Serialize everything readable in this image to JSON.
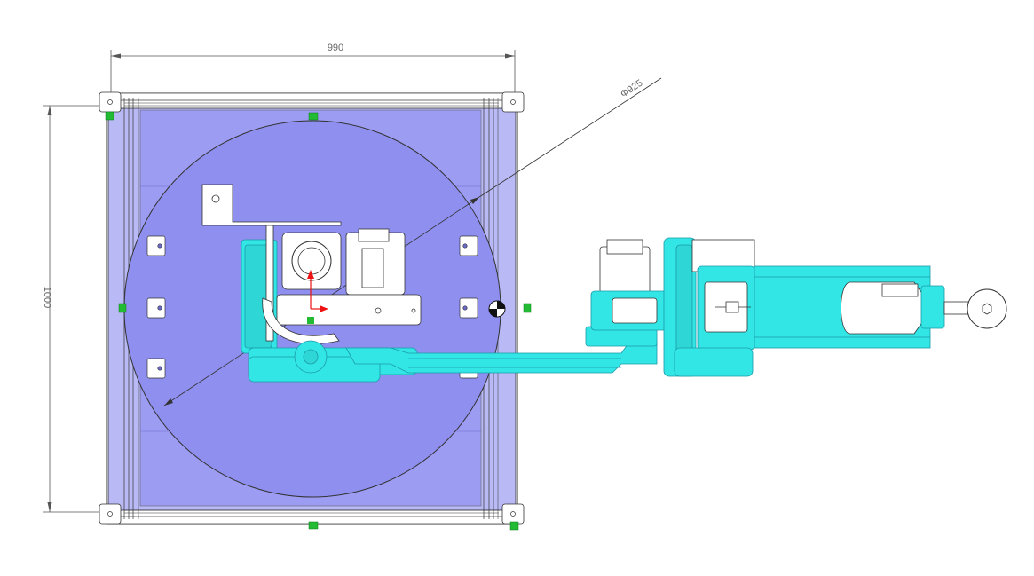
{
  "dimensions": {
    "width_label": "990",
    "height_label": "1000",
    "diameter_label": "Φ925"
  },
  "colors": {
    "base_fill": "#9c9cf2",
    "base_light": "#b9b9f6",
    "circle_fill": "#8f8ff0",
    "robot": "#33e6e6",
    "robot_stroke": "#1a9aa8",
    "marker_green": "#22bb33",
    "axis_red": "#ee1111",
    "line": "#333333",
    "dim_line": "#555555"
  }
}
